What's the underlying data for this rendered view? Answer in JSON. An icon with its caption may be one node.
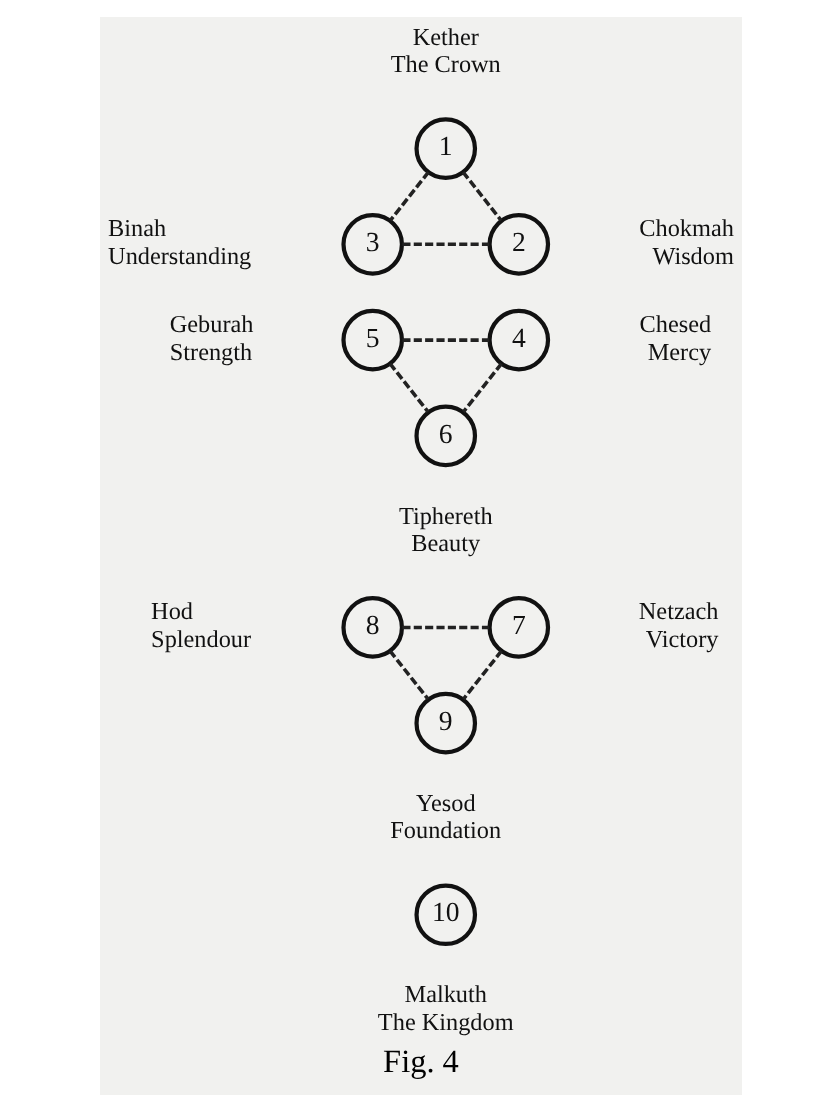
{
  "diagram": {
    "caption": "Fig. 4",
    "nodes": [
      {
        "text": [
          "1"
        ],
        "beside": [
          "Kether",
          "The Crown"
        ]
      },
      {
        "text": [
          "3"
        ],
        "beside": [
          "Binah",
          "Understanding"
        ]
      },
      {
        "text": [
          "2"
        ],
        "beside": [
          "Chokmah",
          "Wisdom"
        ]
      },
      {
        "text": [
          "5"
        ],
        "beside": [
          "Geburah",
          "Strength"
        ]
      },
      {
        "text": [
          "4"
        ],
        "beside": [
          "Chesed",
          "Mercy"
        ]
      },
      {
        "text": [
          "6"
        ],
        "beside": [
          "Tiphereth",
          "Beauty"
        ]
      },
      {
        "text": [
          "8"
        ],
        "beside": [
          "Hod",
          "Splendour"
        ]
      },
      {
        "text": [
          "7"
        ],
        "beside": [
          "Netzach",
          "Victory"
        ]
      },
      {
        "text": [
          "9"
        ],
        "beside": [
          "Yesod",
          "Foundation"
        ]
      },
      {
        "text": [
          "10"
        ],
        "beside": [
          "Malkuth",
          "The Kingdom"
        ]
      }
    ],
    "edges": [
      {
        "from": 0,
        "to": 1,
        "arrow": "none",
        "style": "dashed"
      },
      {
        "from": 0,
        "to": 2,
        "arrow": "none",
        "style": "dashed"
      },
      {
        "from": 1,
        "to": 2,
        "arrow": "none",
        "style": "dashed"
      },
      {
        "from": 3,
        "to": 4,
        "arrow": "none",
        "style": "dashed"
      },
      {
        "from": 3,
        "to": 5,
        "arrow": "none",
        "style": "dashed"
      },
      {
        "from": 4,
        "to": 5,
        "arrow": "none",
        "style": "dashed"
      },
      {
        "from": 6,
        "to": 7,
        "arrow": "none",
        "style": "dashed"
      },
      {
        "from": 6,
        "to": 8,
        "arrow": "none",
        "style": "dashed"
      },
      {
        "from": 7,
        "to": 8,
        "arrow": "none",
        "style": "dashed"
      }
    ]
  }
}
